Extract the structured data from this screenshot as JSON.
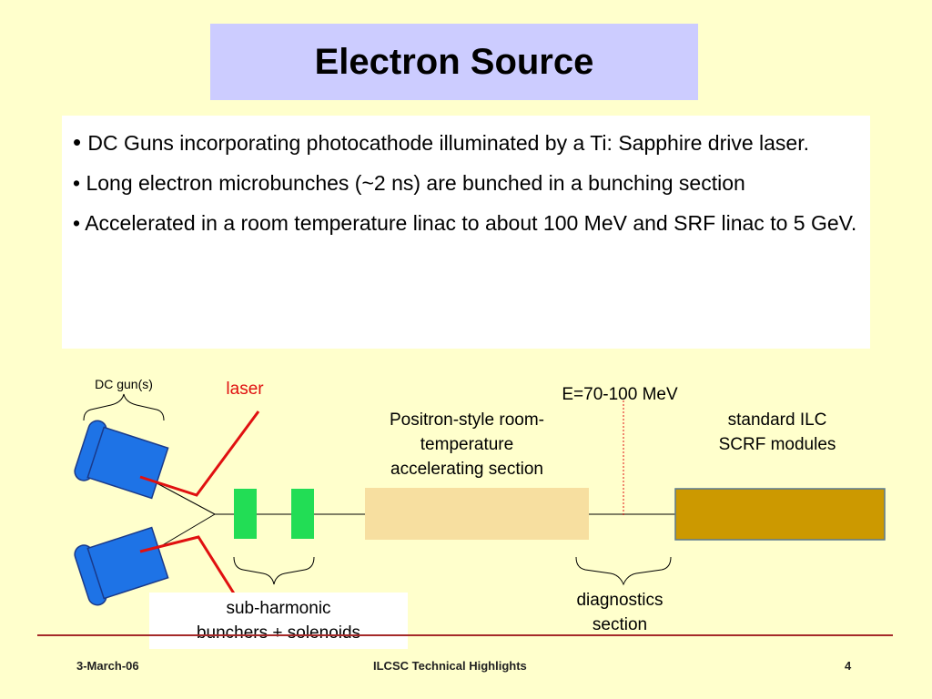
{
  "slide": {
    "title": "Electron Source",
    "bullets": [
      "DC Guns incorporating photocathode illuminated by a Ti: Sapphire drive laser.",
      "Long electron microbunches (~2 ns) are bunched in a bunching section",
      "Accelerated in a room temperature linac to about 100 MeV and SRF linac to 5 GeV."
    ]
  },
  "diagram": {
    "dc_gun_label": "DC gun(s)",
    "laser_label": "laser",
    "energy_label": "E=70-100 MeV",
    "accel_label": [
      "Positron-style room-",
      "temperature",
      "accelerating section"
    ],
    "scrf_label": [
      "standard ILC",
      "SCRF modules"
    ],
    "bunchers_label": [
      "sub-harmonic",
      "bunchers + solenoids"
    ],
    "diagnostics_label": [
      "diagnostics",
      "section"
    ],
    "colors": {
      "gun": "#1e73e6",
      "laser_line": "#e01010",
      "buncher": "#22dd55",
      "rt_accel": "#f7dfa0",
      "scrf": "#cc9900"
    }
  },
  "footer": {
    "date": "3-March-06",
    "center": "ILCSC Technical Highlights",
    "page": "4"
  }
}
